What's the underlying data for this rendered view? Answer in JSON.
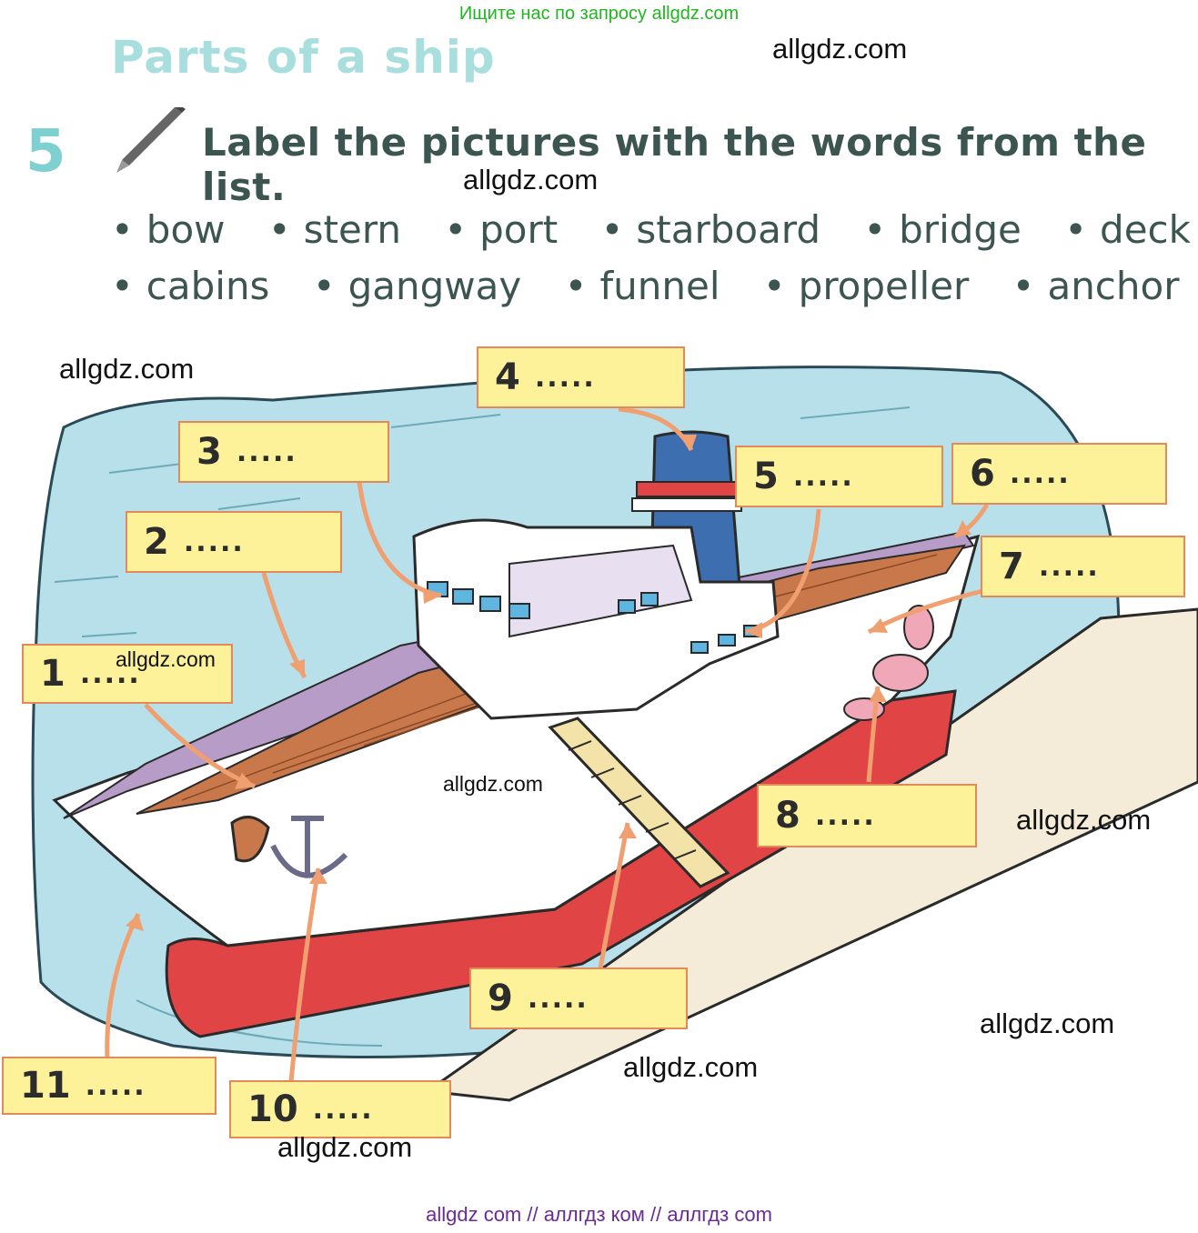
{
  "banner": "Ищите нас по запросу allgdz.com",
  "section_title": "Parts of a ship",
  "exercise": {
    "number": "5",
    "instruction": "Label the pictures with the words from the list."
  },
  "word_list": {
    "row1": [
      "bow",
      "stern",
      "port",
      "starboard",
      "bridge",
      "deck"
    ],
    "row2": [
      "cabins",
      "gangway",
      "funnel",
      "propeller",
      "anchor"
    ]
  },
  "labels": [
    {
      "num": "1",
      "blank": "....."
    },
    {
      "num": "2",
      "blank": "....."
    },
    {
      "num": "3",
      "blank": "....."
    },
    {
      "num": "4",
      "blank": "....."
    },
    {
      "num": "5",
      "blank": "....."
    },
    {
      "num": "6",
      "blank": "....."
    },
    {
      "num": "7",
      "blank": "....."
    },
    {
      "num": "8",
      "blank": "....."
    },
    {
      "num": "9",
      "blank": "....."
    },
    {
      "num": "10",
      "blank": "....."
    },
    {
      "num": "11",
      "blank": "....."
    }
  ],
  "watermarks": [
    "allgdz.com",
    "allgdz.com",
    "allgdz.com",
    "allgdz.com",
    "allgdz.com",
    "allgdz.com",
    "allgdz.com",
    "allgdz.com",
    "allgdz.com"
  ],
  "footer": "allgdz com  //  аллгдз ком  //  аллгдз com",
  "colors": {
    "label_fill": "#fdf19a",
    "label_border": "#e38a5b",
    "arrow": "#f0a070",
    "water": "#b7e0ea",
    "hull_red": "#e04444",
    "deck_wood": "#c8784a"
  }
}
